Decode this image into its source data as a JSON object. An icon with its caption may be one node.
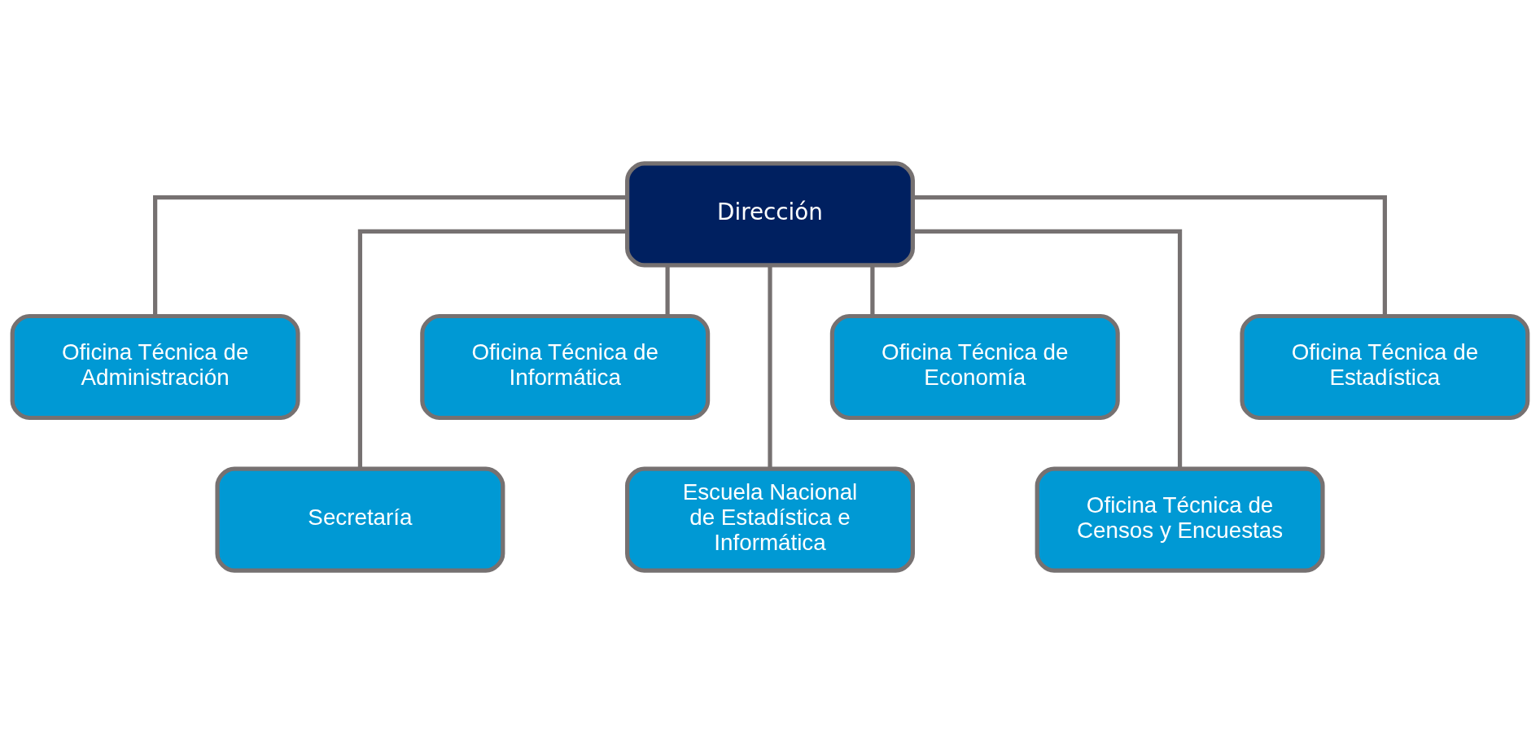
{
  "diagram": {
    "nodes": [
      {
        "text": [
          "Dirección"
        ]
      },
      {
        "text": [
          "Oficina Técnica de Administración"
        ]
      },
      {
        "text": [
          "Secretaría"
        ]
      },
      {
        "text": [
          "Oficina Técnica de Informática"
        ]
      },
      {
        "text": [
          "Escuela Nacional de Estadística e Informática"
        ]
      },
      {
        "text": [
          "Oficina Técnica de Economía"
        ]
      },
      {
        "text": [
          "Oficina Técnica de Censos y Encuestas"
        ]
      },
      {
        "text": [
          "Oficina Técnica de Estadística"
        ]
      }
    ],
    "edges": [
      {
        "from": 0,
        "to": 1,
        "arrow": "none"
      },
      {
        "from": 0,
        "to": 2,
        "arrow": "none"
      },
      {
        "from": 0,
        "to": 3,
        "arrow": "none"
      },
      {
        "from": 0,
        "to": 4,
        "arrow": "none"
      },
      {
        "from": 0,
        "to": 5,
        "arrow": "none"
      },
      {
        "from": 0,
        "to": 6,
        "arrow": "none"
      },
      {
        "from": 0,
        "to": 7,
        "arrow": "none"
      }
    ]
  }
}
